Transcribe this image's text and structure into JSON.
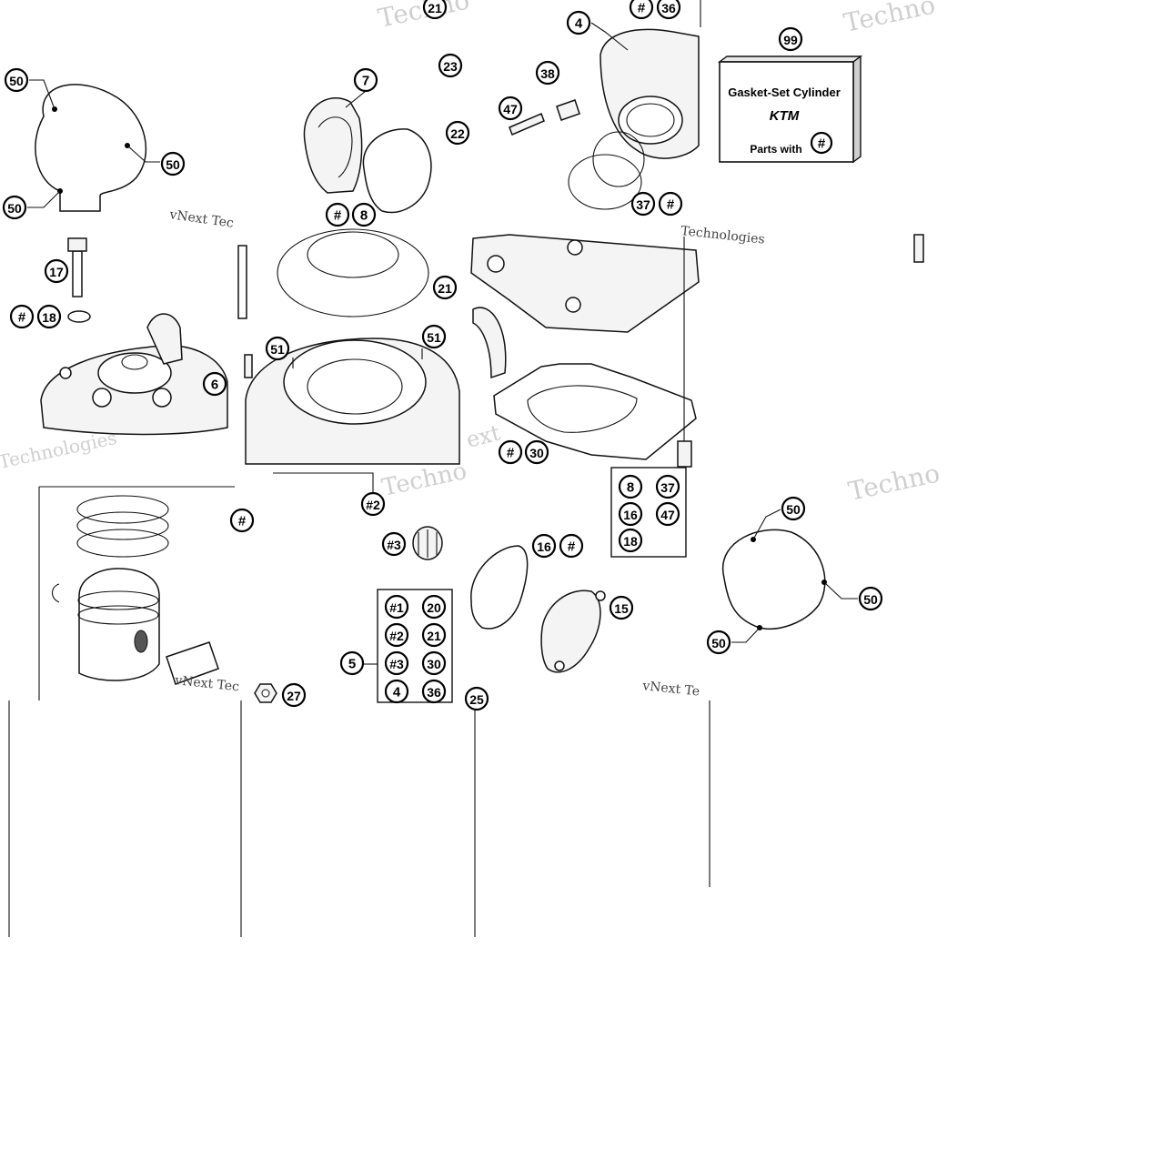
{
  "kit_box": {
    "title": "Gasket-Set Cylinder",
    "brand": "KTM",
    "subtitle": "Parts with",
    "hash": "#",
    "part_number": "99"
  },
  "watermarks": {
    "brand_a": "Techno",
    "brand_b": "vNext Tec",
    "brand_c": "Technologies",
    "brand_d": "vNext Te",
    "brand_e": "ext"
  },
  "legend_top": {
    "items": [
      "8",
      "37",
      "16",
      "47",
      "18"
    ]
  },
  "legend_bottom": {
    "ref": "5",
    "items": [
      "#1",
      "20",
      "#2",
      "21",
      "#3",
      "30",
      "4",
      "36"
    ]
  },
  "callouts": [
    {
      "id": "c50a",
      "label": "50"
    },
    {
      "id": "c50b",
      "label": "50"
    },
    {
      "id": "c50c",
      "label": "50"
    },
    {
      "id": "c7",
      "label": "7"
    },
    {
      "id": "c21top",
      "label": "21"
    },
    {
      "id": "c23",
      "label": "23"
    },
    {
      "id": "c22",
      "label": "22"
    },
    {
      "id": "c8",
      "label": "8"
    },
    {
      "id": "chash8",
      "label": "#"
    },
    {
      "id": "c4",
      "label": "4"
    },
    {
      "id": "chash36",
      "label": "#"
    },
    {
      "id": "c36",
      "label": "36"
    },
    {
      "id": "c38",
      "label": "38"
    },
    {
      "id": "c47",
      "label": "47"
    },
    {
      "id": "c37",
      "label": "37"
    },
    {
      "id": "chash37",
      "label": "#"
    },
    {
      "id": "c17",
      "label": "17"
    },
    {
      "id": "chash18",
      "label": "#"
    },
    {
      "id": "c18",
      "label": "18"
    },
    {
      "id": "c6",
      "label": "6"
    },
    {
      "id": "c21",
      "label": "21"
    },
    {
      "id": "c51a",
      "label": "51"
    },
    {
      "id": "c51b",
      "label": "51"
    },
    {
      "id": "chash30",
      "label": "#"
    },
    {
      "id": "c30",
      "label": "30"
    },
    {
      "id": "chash2",
      "label": "#2"
    },
    {
      "id": "chash3",
      "label": "#3"
    },
    {
      "id": "chashp",
      "label": "#"
    },
    {
      "id": "c16",
      "label": "16"
    },
    {
      "id": "chash16",
      "label": "#"
    },
    {
      "id": "c15",
      "label": "15"
    },
    {
      "id": "c50d",
      "label": "50"
    },
    {
      "id": "c50e",
      "label": "50"
    },
    {
      "id": "c50f",
      "label": "50"
    },
    {
      "id": "c27",
      "label": "27"
    },
    {
      "id": "c25",
      "label": "25"
    }
  ]
}
